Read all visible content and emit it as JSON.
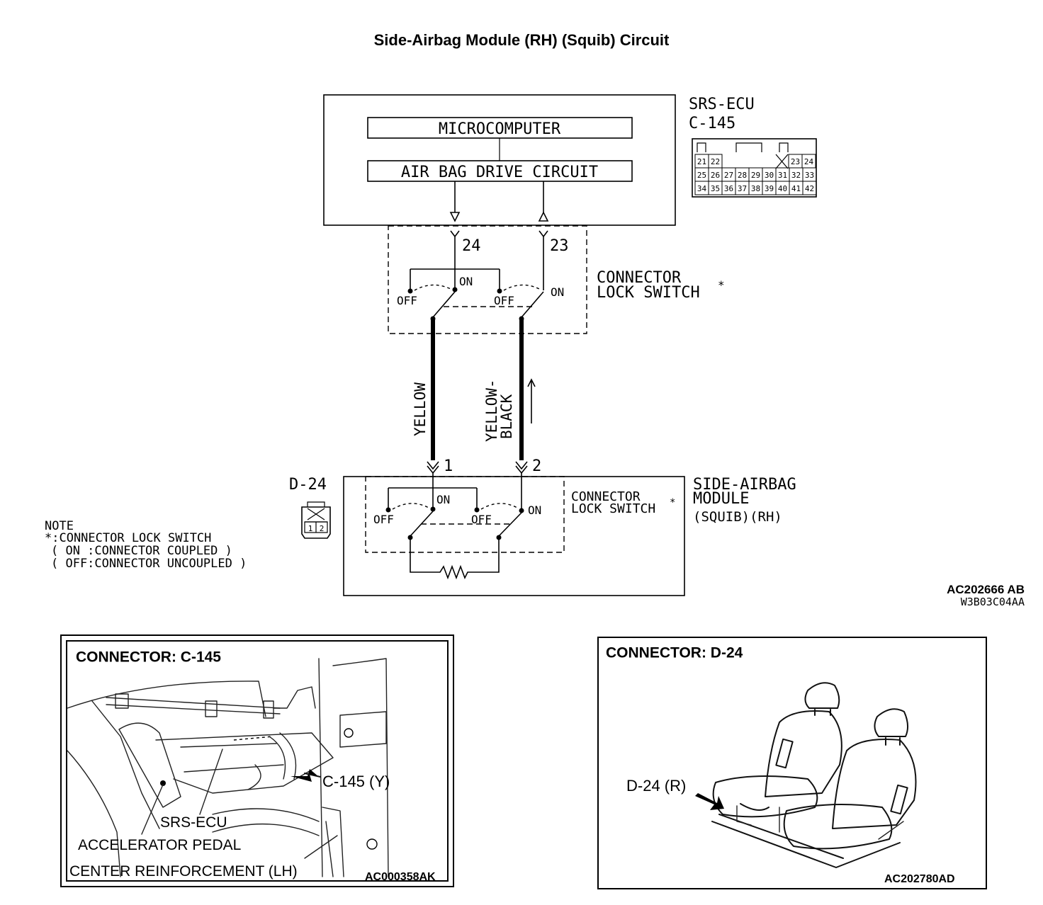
{
  "title": "Side-Airbag Module (RH) (Squib) Circuit",
  "srs_ecu": {
    "name": "SRS-ECU",
    "connector": "C-145",
    "microcomputer": "MICROCOMPUTER",
    "drive_circuit": "AIR BAG DRIVE CIRCUIT",
    "pin_rows": [
      [
        "21",
        "22",
        "",
        "",
        "",
        "",
        "",
        "",
        "23",
        "24"
      ],
      [
        "25",
        "26",
        "27",
        "28",
        "29",
        "30",
        "31",
        "32",
        "33"
      ],
      [
        "34",
        "35",
        "36",
        "37",
        "38",
        "39",
        "40",
        "41",
        "42"
      ]
    ]
  },
  "pins_top": {
    "left": "24",
    "right": "23"
  },
  "lock_switch_top": {
    "line1": "CONNECTOR",
    "line2": "LOCK SWITCH",
    "mark": "*"
  },
  "switch_labels": {
    "on": "ON",
    "off": "OFF"
  },
  "wires": {
    "left": "YELLOW",
    "right_line1": "YELLOW-",
    "right_line2": "BLACK"
  },
  "pins_bottom": {
    "left": "1",
    "right": "2"
  },
  "module": {
    "connector": "D-24",
    "line1": "SIDE-AIRBAG",
    "line2": "MODULE",
    "line3": "(SQUIB)(RH)",
    "lock_line1": "CONNECTOR",
    "lock_line2": "LOCK SWITCH",
    "lock_mark": "*",
    "connector_pins": [
      "1",
      "2"
    ]
  },
  "note": {
    "line1": "NOTE",
    "line2": "*:CONNECTOR LOCK SWITCH",
    "line3": "( ON :CONNECTOR COUPLED )",
    "line4": "( OFF:CONNECTOR UNCOUPLED )"
  },
  "figure_codes": {
    "main": "AC202666 AB",
    "main_sub": "W3B03C04AA"
  },
  "panel_c145": {
    "title": "CONNECTOR: C-145",
    "callout_connector": "C-145 (Y)",
    "callout_ecu": "SRS-ECU",
    "callout_pedal": "ACCELERATOR PEDAL",
    "callout_reinf": "CENTER REINFORCEMENT (LH)",
    "code": "AC000358AK"
  },
  "panel_d24": {
    "title": "CONNECTOR: D-24",
    "callout": "D-24 (R)",
    "code": "AC202780AD"
  }
}
